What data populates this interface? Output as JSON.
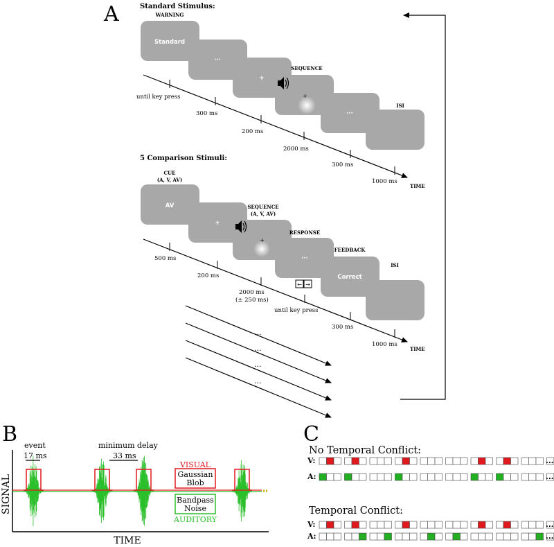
{
  "panel_a": {
    "letter": "A",
    "standard": {
      "title": "Standard Stimulus:",
      "warning_label": "WARNING",
      "screen_standard": "Standard",
      "screen_dots": "···",
      "screen_plus": "+",
      "sequence_label": "SEQUENCE",
      "isi_label": "ISI",
      "t_until": "until key press",
      "t_300a": "300 ms",
      "t_200": "200 ms",
      "t_2000": "2000 ms",
      "t_300b": "300 ms",
      "t_1000": "1000 ms",
      "time_label": "TIME"
    },
    "comparison": {
      "title": "5 Comparison Stimuli:",
      "cue_label": "CUE",
      "cue_sub": "(A, V, AV)",
      "screen_av": "AV",
      "screen_plus": "+",
      "sequence_label": "SEQUENCE",
      "sequence_sub": "(A, V, AV)",
      "response_label": "RESPONSE",
      "screen_dots": "···",
      "feedback_label": "FEEDBACK",
      "screen_correct": "Correct",
      "isi_label": "ISI",
      "t_500": "500 ms",
      "t_200": "200 ms",
      "t_2000": "2000 ms",
      "t_2000_sub": "(± 250 ms)",
      "t_until": "until key press",
      "t_300": "300 ms",
      "t_1000": "1000 ms",
      "time_label": "TIME",
      "key_left": "←",
      "key_right": "→"
    },
    "ellipsis": "..."
  },
  "panel_b": {
    "letter": "B",
    "event_label": "event",
    "event_ms": "17 ms",
    "delay_label": "minimum delay",
    "delay_ms": "33 ms",
    "visual_label": "VISUAL",
    "visual_box_l1": "Gaussian",
    "visual_box_l2": "Blob",
    "auditory_box_l1": "Bandpass",
    "auditory_box_l2": "Noise",
    "auditory_label": "AUDITORY",
    "y_label": "SIGNAL",
    "x_label": "TIME",
    "colors": {
      "visual": "#e0191e",
      "auditory": "#2bbf2b",
      "baseline": "#c8a800"
    }
  },
  "panel_c": {
    "letter": "C",
    "no_conflict_title": "No Temporal Conflict:",
    "conflict_title": "Temporal Conflict:",
    "v_label": "V:",
    "a_label": "A:",
    "ellipsis": "...",
    "colors": {
      "visual": "#e0191e",
      "auditory": "#22b022"
    }
  }
}
